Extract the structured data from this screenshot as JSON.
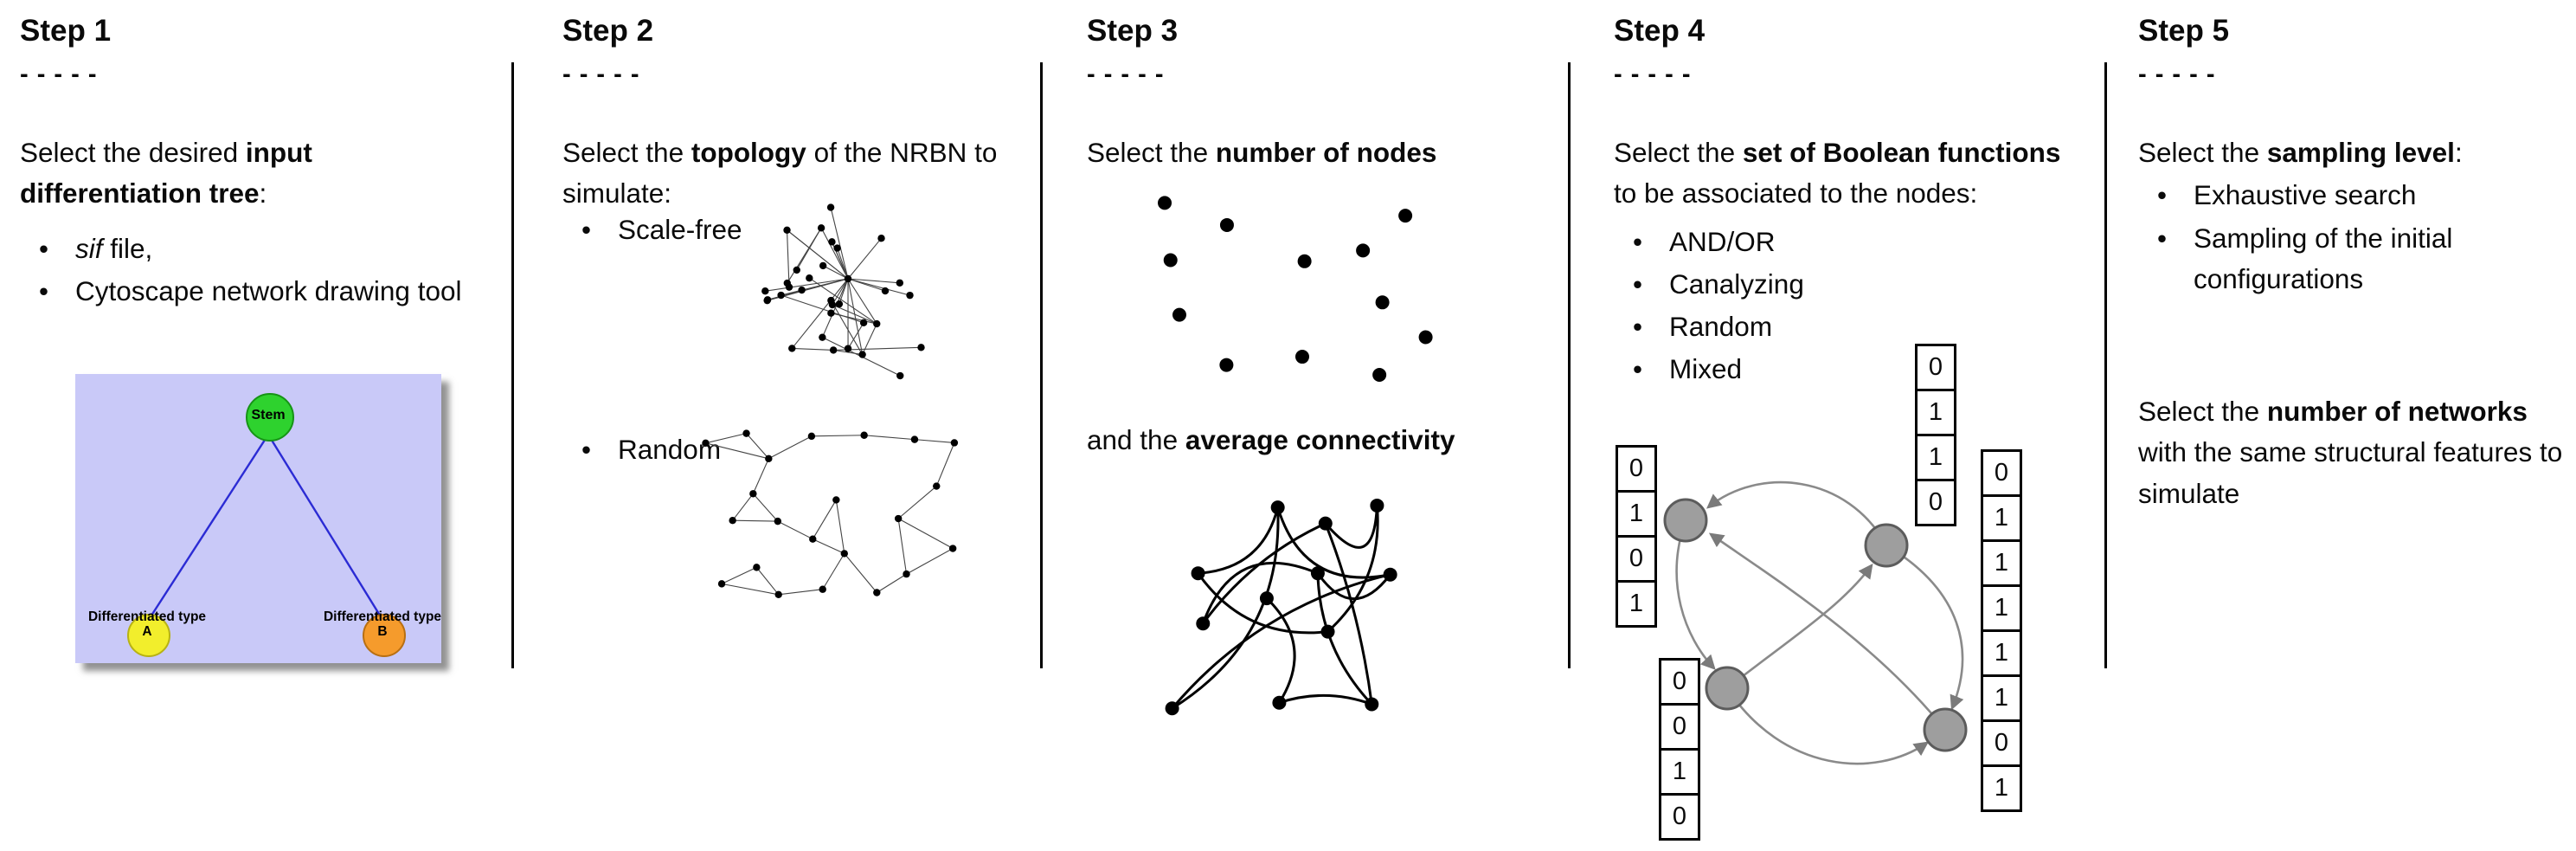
{
  "figure": {
    "background": "#ffffff",
    "separator_color": "#000000"
  },
  "steps": {
    "step1": {
      "title": "Step 1",
      "dashes": "- - - - -",
      "intro": {
        "pre": "Select the desired ",
        "bold": "input differentiation tree",
        "post": ":"
      },
      "bullets": {
        "b1_italic": "sif",
        "b1_rest": " file,",
        "b2": "Cytoscape network drawing tool"
      },
      "tree": {
        "stem_label": "Stem",
        "type_a_label": "Differentiated type A",
        "type_b_label": "Differentiated type B",
        "colors": {
          "panel": "#c9c9f8",
          "stem": "#2ed22e",
          "type_a": "#f2ee2c",
          "type_b": "#f59b2c",
          "edge": "#2b2bd4"
        }
      }
    },
    "step2": {
      "title": "Step 2",
      "dashes": "- - - - -",
      "intro": {
        "pre": "Select the ",
        "bold": "topology",
        "post": " of the NRBN to simulate:"
      },
      "bullets": {
        "b1": "Scale-free",
        "b2": "Random"
      }
    },
    "step3": {
      "title": "Step 3",
      "dashes": "- - - - -",
      "intro_nodes": {
        "pre": "Select the ",
        "bold": "number of nodes",
        "post": ""
      },
      "intro_connectivity": {
        "pre": "and the ",
        "bold": "average connectivity",
        "post": ""
      }
    },
    "step4": {
      "title": "Step 4",
      "dashes": "- - - - -",
      "intro": {
        "pre": "Select the ",
        "bold": "set of Boolean functions",
        "post": " to be associated to the nodes:"
      },
      "bullets": [
        "AND/OR",
        "Canalyzing",
        "Random",
        "Mixed"
      ],
      "truth_tables": {
        "top": [
          "0",
          "1",
          "1",
          "0"
        ],
        "left": [
          "0",
          "1",
          "0",
          "1"
        ],
        "bottom_left": [
          "0",
          "0",
          "1",
          "0"
        ],
        "right": [
          "0",
          "1",
          "1",
          "1",
          "1",
          "1",
          "0",
          "1"
        ]
      },
      "node_color": "#9e9e9e"
    },
    "step5": {
      "title": "Step 5",
      "dashes": "- - - - -",
      "intro_sampling": {
        "pre": "Select the ",
        "bold": "sampling level",
        "post": ":"
      },
      "bullets": [
        "Exhaustive search",
        "Sampling of the initial configurations"
      ],
      "intro_networks": {
        "pre": "Select the ",
        "bold": "number of networks",
        "post": " with the same structural features to simulate"
      }
    }
  }
}
